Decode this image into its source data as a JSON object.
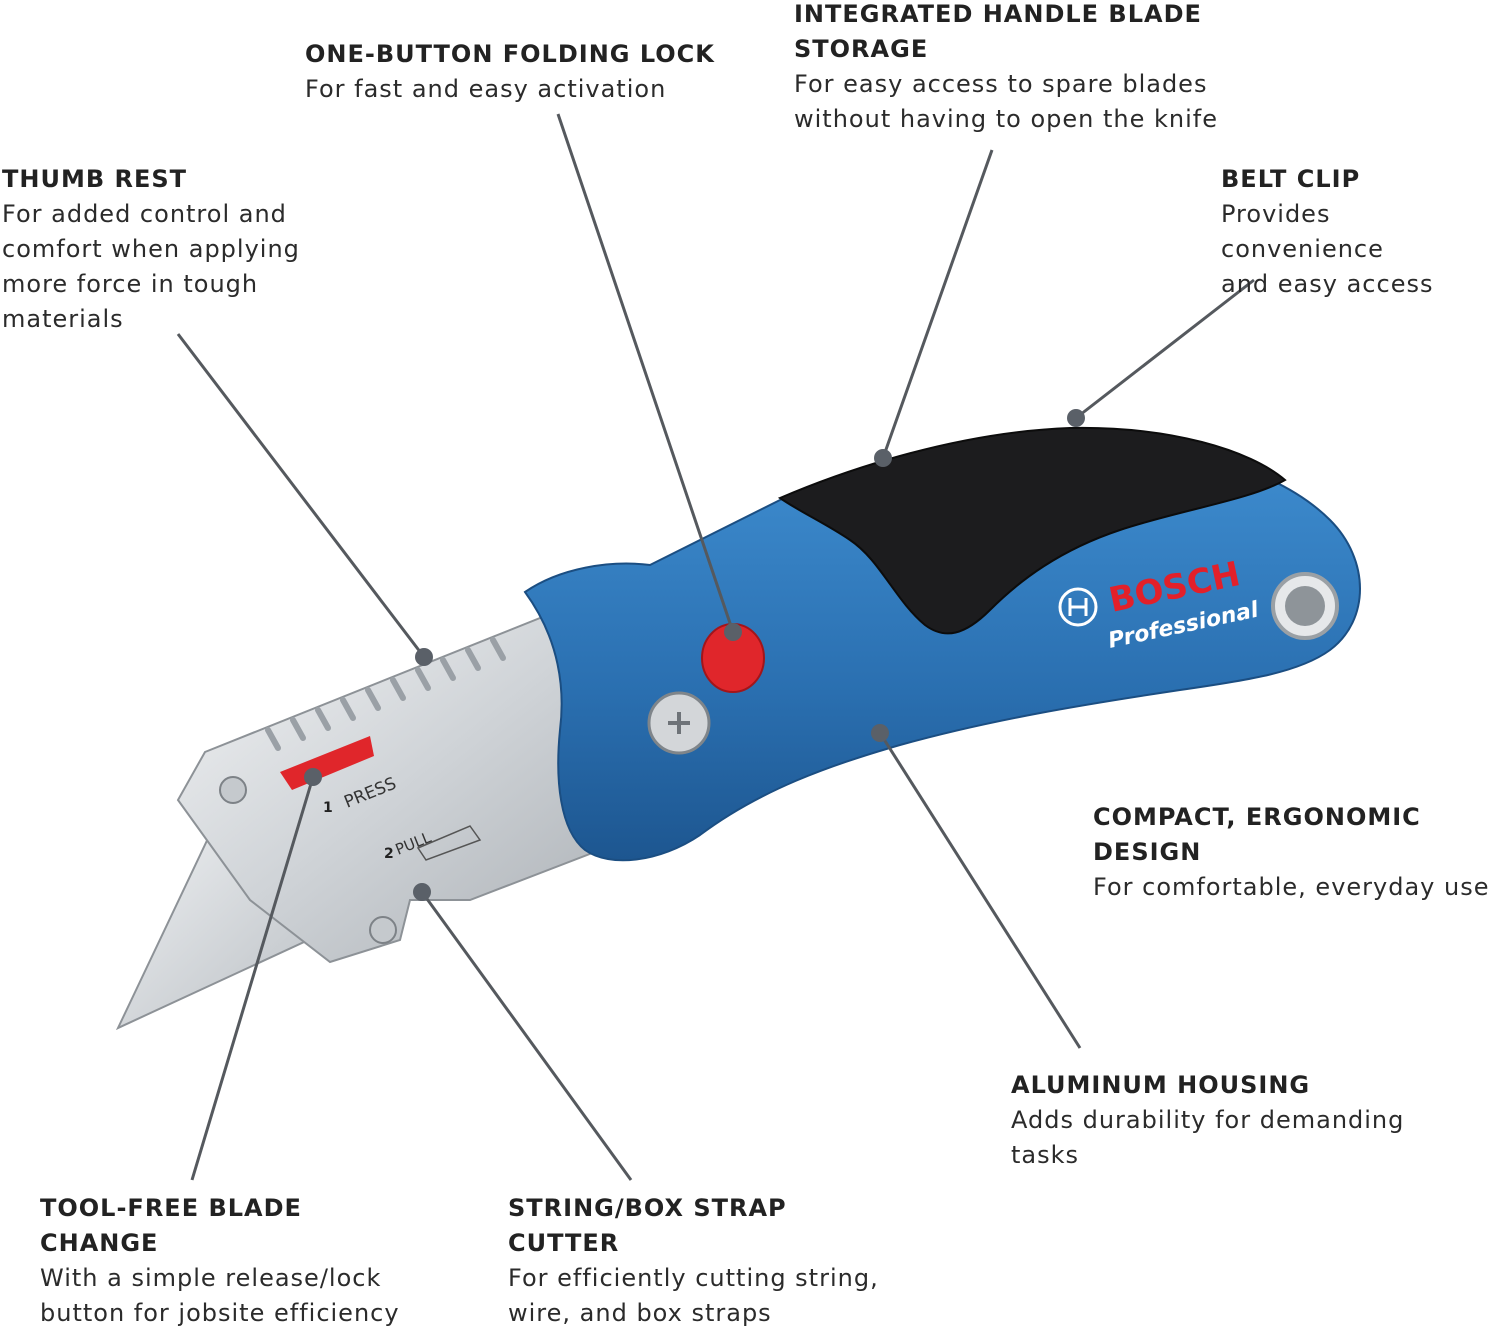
{
  "callouts": [
    {
      "id": "one-button-folding-lock",
      "title": "ONE-BUTTON FOLDING LOCK",
      "desc": "For fast and easy activation"
    },
    {
      "id": "integrated-handle-blade-storage",
      "title": "INTEGRATED HANDLE BLADE\nSTORAGE",
      "desc": "For easy access to spare blades\nwithout having to open the knife"
    },
    {
      "id": "thumb-rest",
      "title": "THUMB REST",
      "desc": "For added control and\ncomfort when applying\nmore force in tough\nmaterials"
    },
    {
      "id": "belt-clip",
      "title": "BELT CLIP",
      "desc": "Provides convenience\nand easy access"
    },
    {
      "id": "compact-ergonomic-design",
      "title": "COMPACT, ERGONOMIC\nDESIGN",
      "desc": "For comfortable, everyday use"
    },
    {
      "id": "aluminum-housing",
      "title": "ALUMINUM HOUSING",
      "desc": "Adds durability for demanding\ntasks"
    },
    {
      "id": "tool-free-blade-change",
      "title": "TOOL-FREE BLADE\nCHANGE",
      "desc": "With a simple release/lock\nbutton for jobsite efficiency"
    },
    {
      "id": "string-box-strap-cutter",
      "title": "STRING/BOX STRAP\nCUTTER",
      "desc": "For efficiently cutting string,\nwire, and box straps"
    }
  ],
  "product": {
    "brand": "BOSCH",
    "line": "Professional",
    "press_label": "PRESS",
    "pull_label": "PULL",
    "step1": "1",
    "step2": "2",
    "colors": {
      "handle_blue": "#2f74b8",
      "grip_black": "#1c1c1e",
      "metal": "#d9dcdf",
      "lock_red": "#e0262b",
      "brand_red": "#e2202a"
    }
  }
}
